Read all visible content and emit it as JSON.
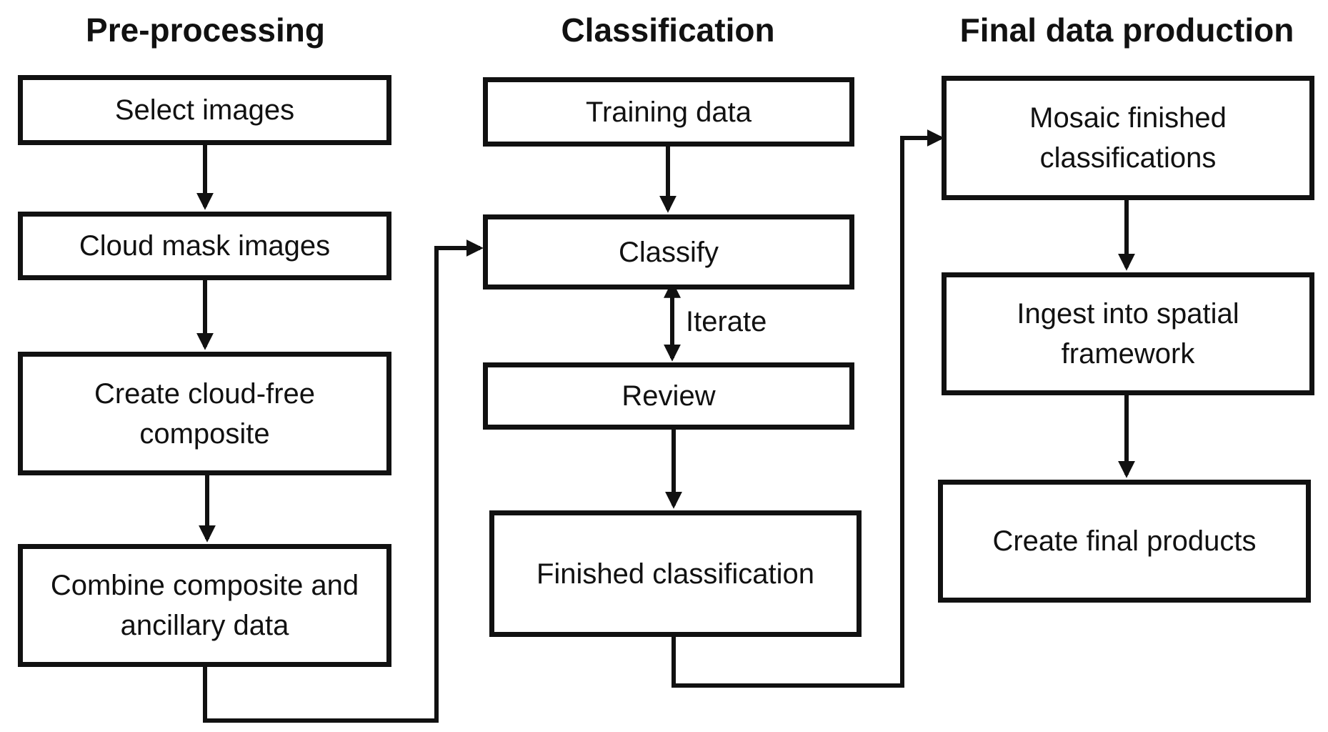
{
  "columns": {
    "preprocessing": {
      "title": "Pre-processing",
      "steps": [
        "Select images",
        "Cloud mask images",
        "Create cloud-free composite",
        "Combine composite and ancillary data"
      ]
    },
    "classification": {
      "title": "Classification",
      "steps": [
        "Training data",
        "Classify",
        "Review",
        "Finished classification"
      ],
      "iterate_label": "Iterate"
    },
    "final": {
      "title": "Final data production",
      "steps": [
        "Mosaic finished classifications",
        "Ingest into spatial framework",
        "Create final products"
      ]
    }
  }
}
